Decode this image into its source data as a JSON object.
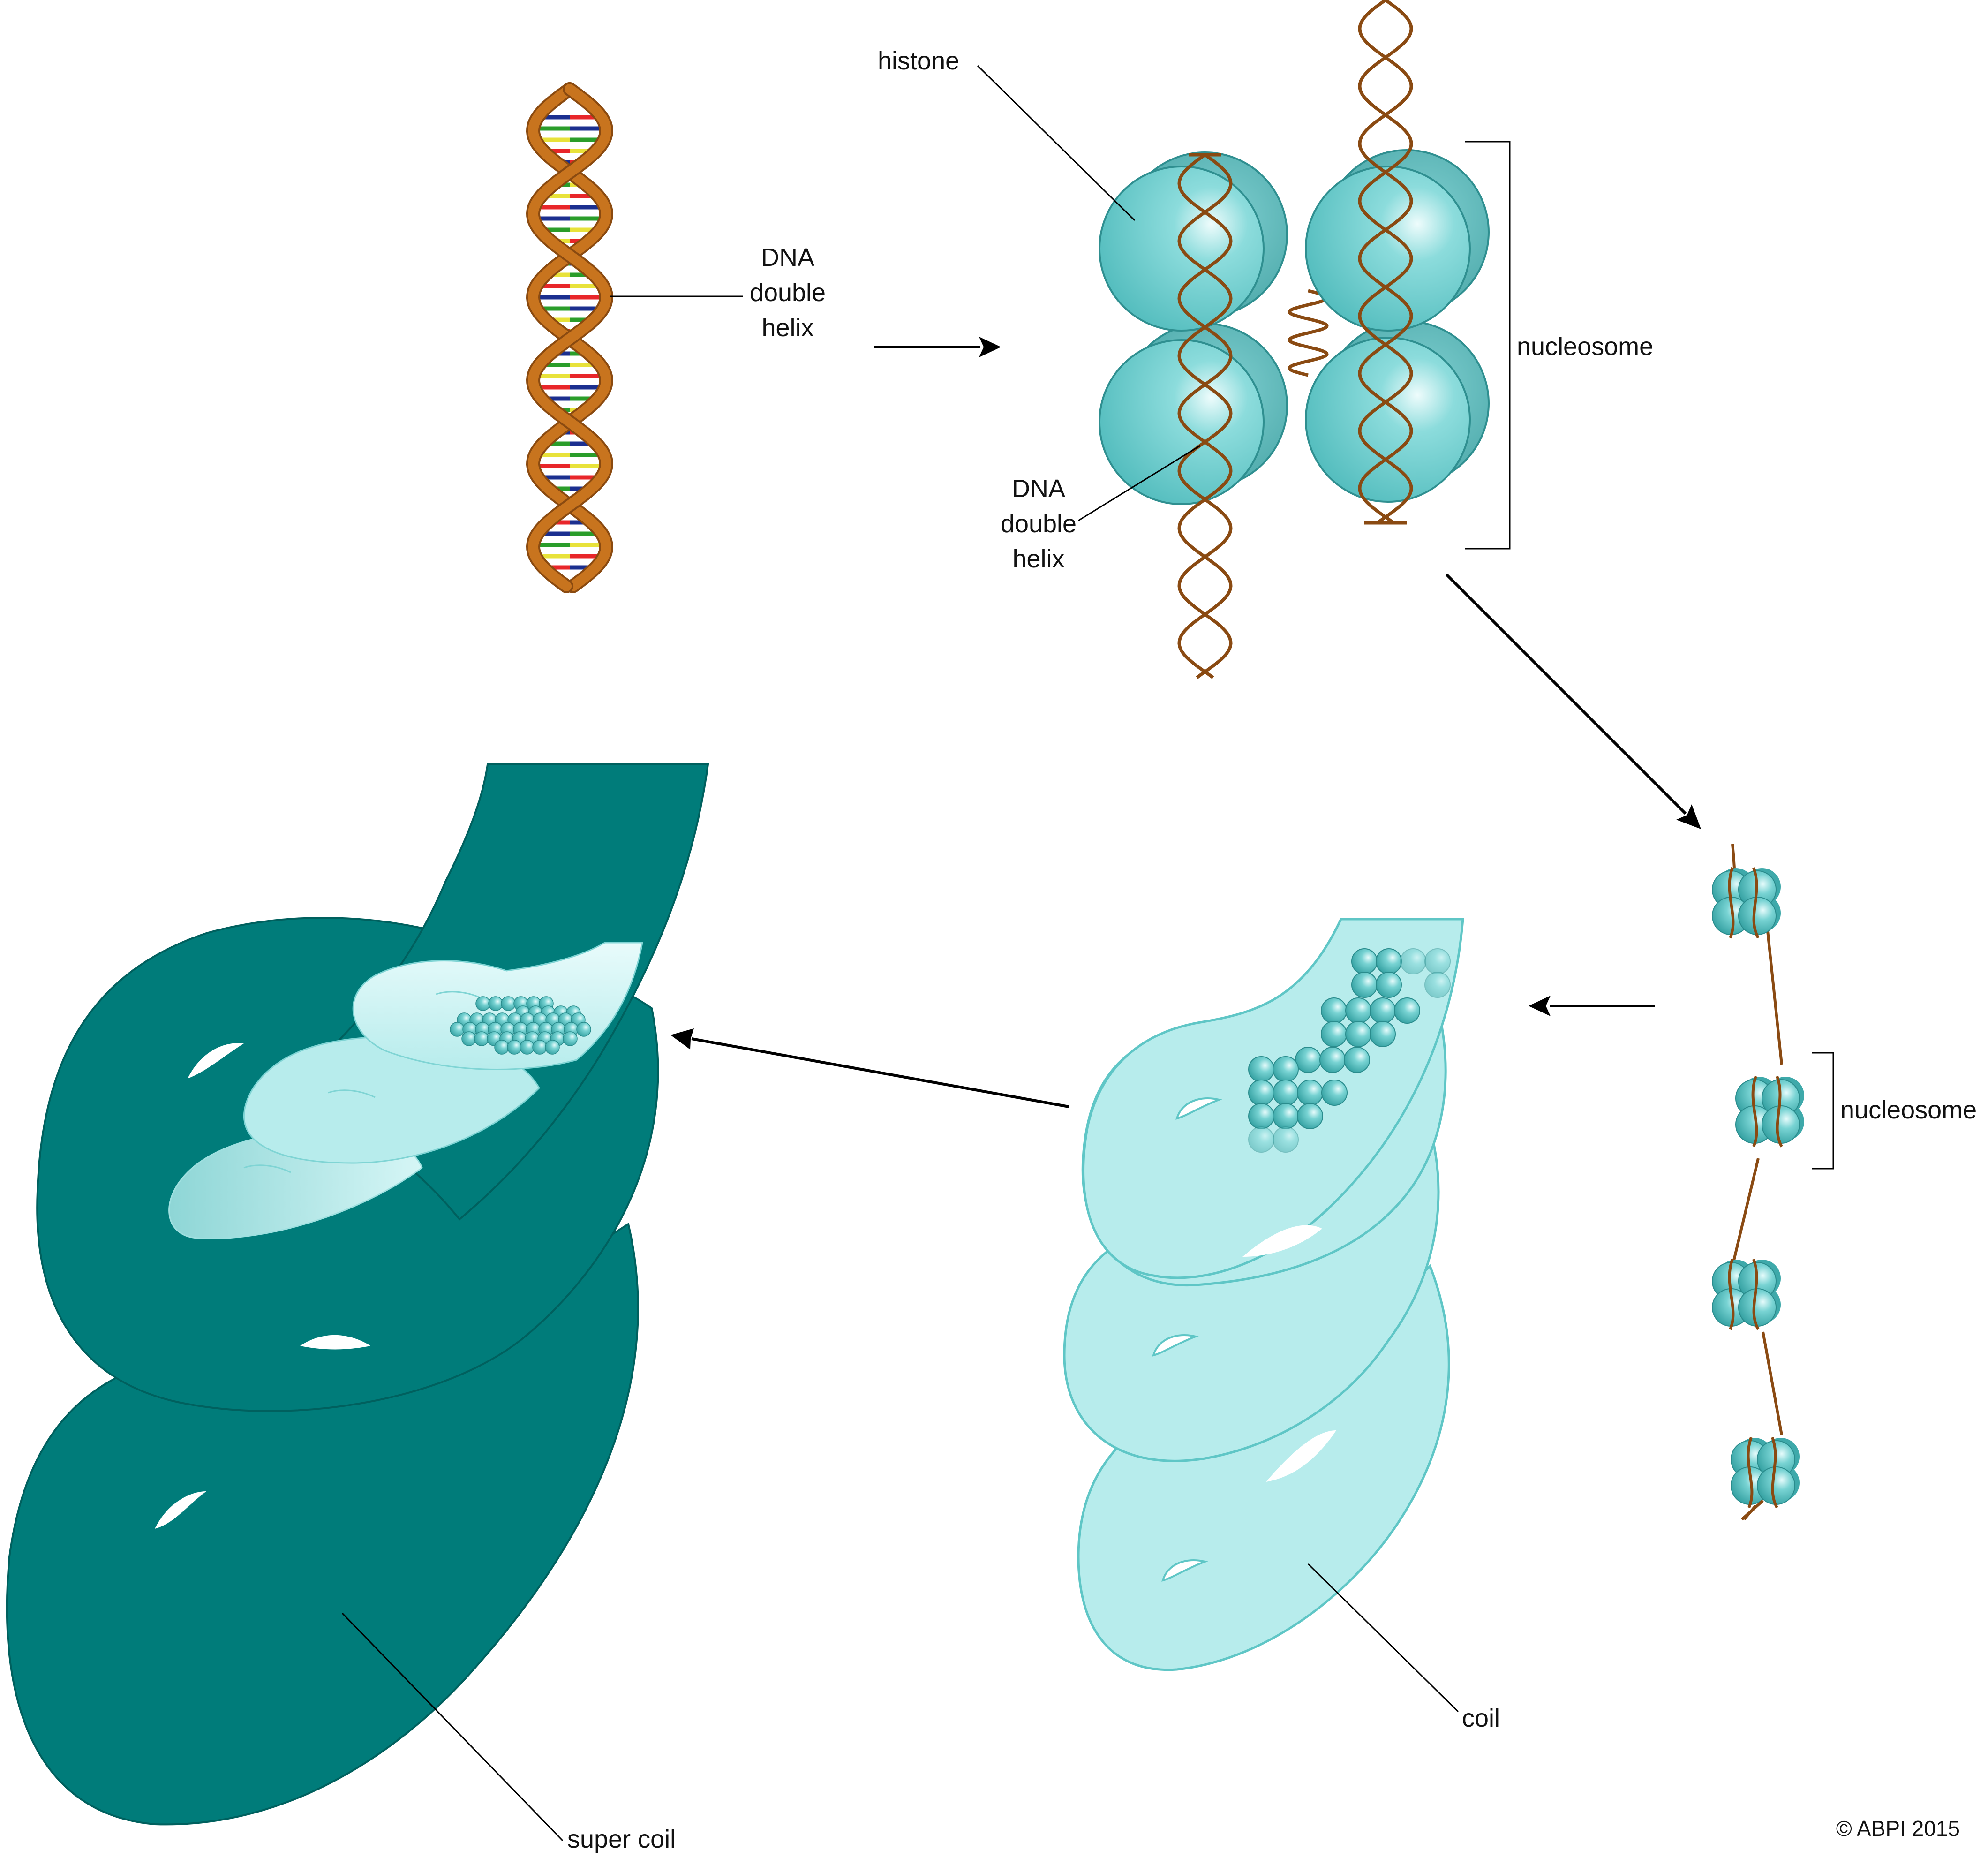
{
  "labels": {
    "histone": "histone",
    "dna_top": [
      "DNA",
      "double",
      "helix"
    ],
    "dna_mid": [
      "DNA",
      "double",
      "helix"
    ],
    "nucleosome_main": "nucleosome",
    "nucleosome_chain": "nucleosome",
    "coil": "coil",
    "super_coil": "super coil"
  },
  "copyright": "© ABPI 2015",
  "colors": {
    "backbone": "#c8741e",
    "backbone_dark": "#8a4a10",
    "dna_thin": "#8a4a12",
    "histone": "#5fc6c6",
    "histone_dark": "#2f8f90",
    "coil_fill": "#b7ecec",
    "coil_stroke": "#5fc6c6",
    "supercoil": "#007c7a",
    "base_red": "#e8262a",
    "base_blue": "#1b2f8f",
    "base_green": "#2a9d2a",
    "base_yellow": "#e8e23a"
  }
}
